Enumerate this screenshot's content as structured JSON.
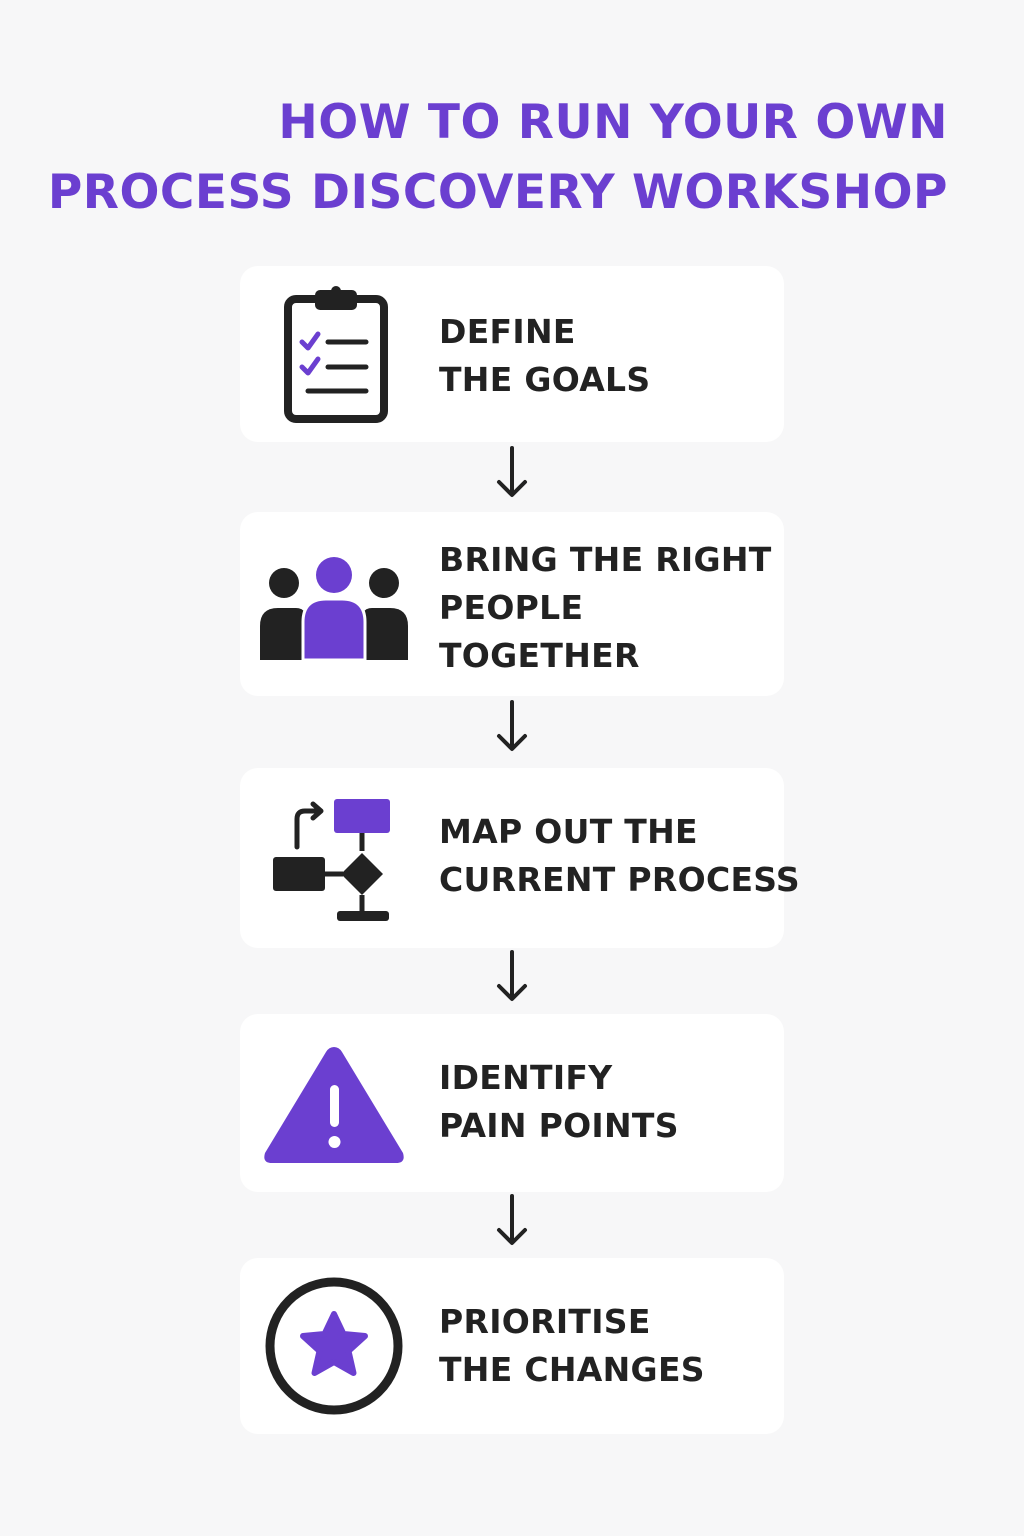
{
  "title": {
    "line1": "HOW TO RUN YOUR OWN",
    "line2": "PROCESS DISCOVERY WORKSHOP"
  },
  "steps": [
    {
      "icon": "clipboard-checklist-icon",
      "lines": [
        "DEFINE",
        "THE GOALS"
      ]
    },
    {
      "icon": "people-group-icon",
      "lines": [
        "BRING THE RIGHT",
        "PEOPLE",
        "TOGETHER"
      ]
    },
    {
      "icon": "flowchart-icon",
      "lines": [
        "MAP OUT THE",
        "CURRENT PROCESS"
      ]
    },
    {
      "icon": "warning-triangle-icon",
      "lines": [
        "IDENTIFY",
        "PAIN POINTS"
      ]
    },
    {
      "icon": "star-circle-icon",
      "lines": [
        "PRIORITISE",
        "THE CHANGES"
      ]
    }
  ],
  "colors": {
    "accent": "#6b3fd0",
    "dark": "#222222",
    "card": "#ffffff",
    "background": "#f7f7f8"
  }
}
